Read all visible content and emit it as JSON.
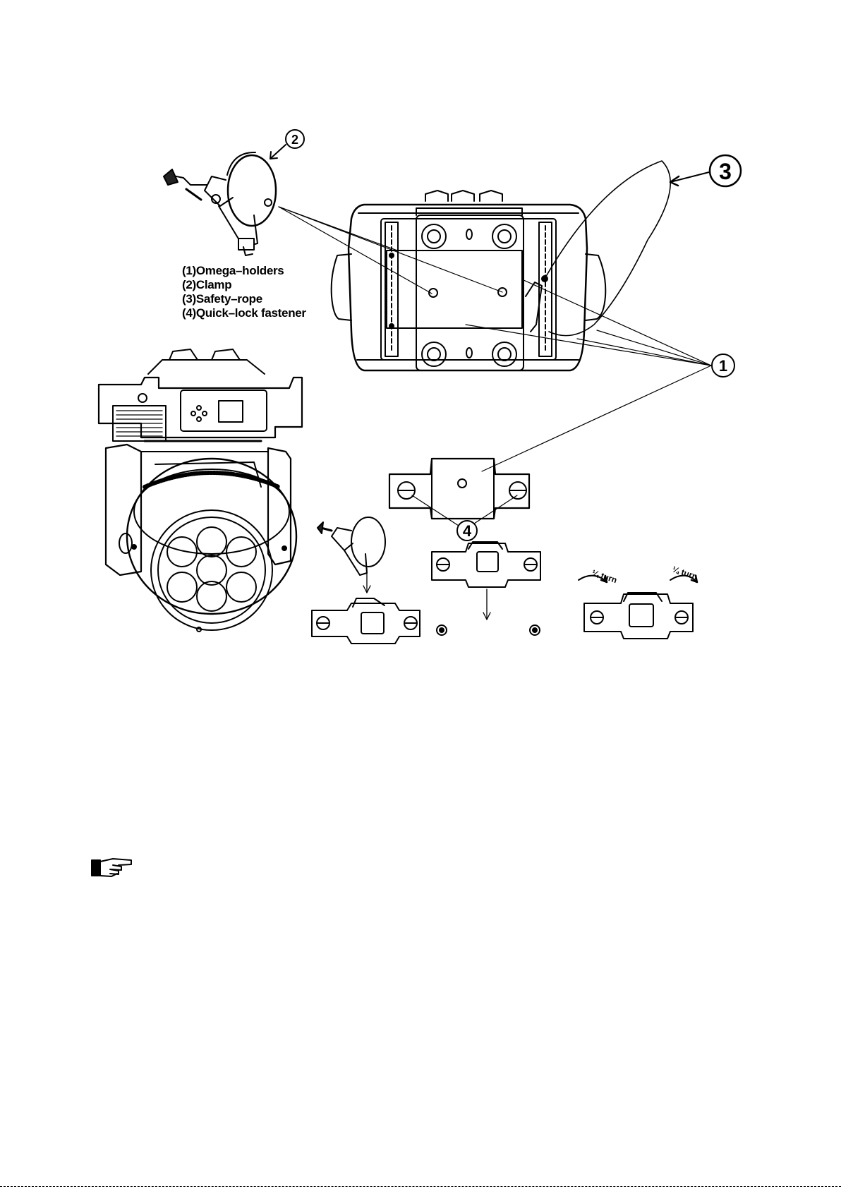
{
  "legend": {
    "items": [
      "(1)Omega–holders",
      "(2)Clamp",
      "(3)Safety–rope",
      "(4)Quick–lock fastener"
    ]
  },
  "callouts": {
    "c1": "1",
    "c2": "2",
    "c3": "3",
    "c4": "4"
  },
  "turn_labels": {
    "left": "¼ turn",
    "right": "¼ turn"
  },
  "icons": {
    "note": "pointing-hand-icon"
  }
}
